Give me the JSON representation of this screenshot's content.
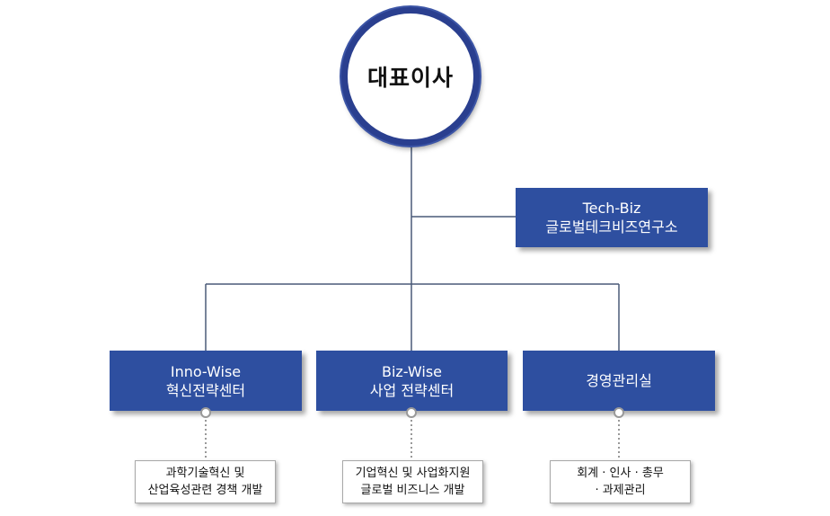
{
  "ceo": {
    "label": "대표이사"
  },
  "lab": {
    "line1": "Tech-Biz",
    "line2": "글로벌테크비즈연구소"
  },
  "centers": [
    {
      "line1": "Inno-Wise",
      "line2": "혁신전략센터",
      "desc1": "과학기술혁신 및",
      "desc2": "산업육성관련 경책 개발"
    },
    {
      "line1": "Biz-Wise",
      "line2": "사업 전략센터",
      "desc1": "기업혁신 및 사업화지원",
      "desc2": "글로벌 비즈니스 개발"
    },
    {
      "line1": "경영관리실",
      "line2": "",
      "desc1": "회계 · 인사 · 총무",
      "desc2": "· 과제관리"
    }
  ],
  "colors": {
    "box": "#2e4fa0",
    "ring": "#2a3f8f",
    "line": "#4a5a78"
  }
}
